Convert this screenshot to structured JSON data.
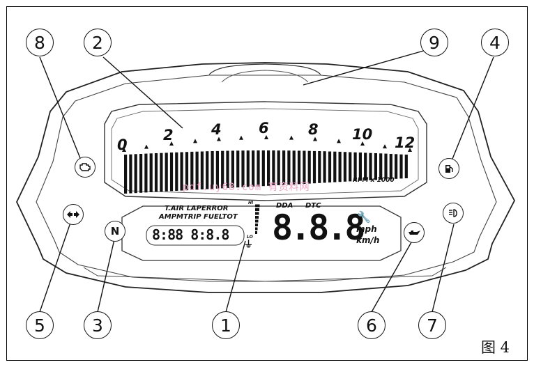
{
  "callouts": [
    "1",
    "2",
    "3",
    "4",
    "5",
    "6",
    "7",
    "8",
    "9"
  ],
  "figure_label": "图 4",
  "watermark": "pdf.uy68.com 有资料网",
  "tach": {
    "ticks": [
      "0",
      "2",
      "4",
      "6",
      "8",
      "10",
      "12"
    ],
    "unit": "RPM x 1000"
  },
  "lcd": {
    "top_labels": "T.AIR LAPERROR",
    "mid_labels": "AMPMTRIP FUELTOT",
    "bar_hi": "HI",
    "bar_lo": "LO",
    "small_digits": "8:88 8:8.8",
    "dda": "DDA",
    "dtc": "DTC",
    "big_digits": "8.8.8",
    "unit_mph": "mph",
    "unit_kmh": "km/h"
  },
  "neutral_symbol": "N"
}
